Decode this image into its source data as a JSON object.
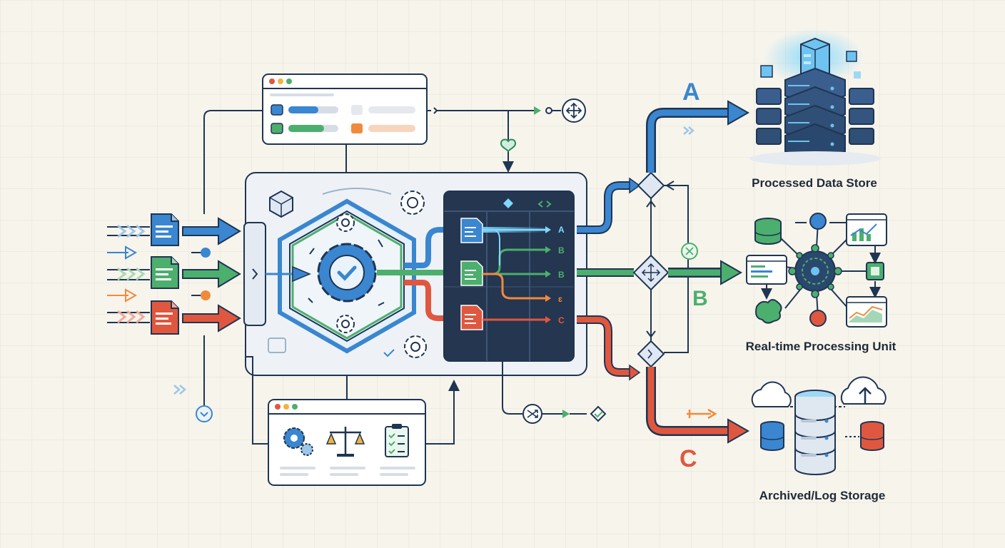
{
  "colors": {
    "background": "#f7f4ec",
    "grid": "#e6e2d8",
    "outline": "#1f3552",
    "blue": "#3a86d0",
    "green": "#4caf6d",
    "red": "#e0573f",
    "orange": "#f08a3c",
    "panel_dark": "#243650",
    "panel_light": "#eef2f6"
  },
  "routes": {
    "a_letter": "A",
    "b_letter": "B",
    "c_letter": "C"
  },
  "core_panel": {
    "rows": [
      {
        "label": "A",
        "color": "blue"
      },
      {
        "label": "B",
        "color": "green"
      },
      {
        "label": "B",
        "color": "green"
      },
      {
        "label": "ɛ",
        "color": "orange"
      },
      {
        "label": "C",
        "color": "red"
      }
    ]
  },
  "destinations": {
    "processed_store": "Processed Data Store",
    "realtime_unit": "Real-time Processing Unit",
    "archive_storage": "Archived/Log Storage"
  },
  "icons": [
    "document-icon",
    "gear-icon",
    "checkmark-icon",
    "server-stack-icon",
    "database-icon",
    "cloud-icon",
    "scale-icon",
    "checklist-icon",
    "decision-diamond-icon",
    "shuffle-icon",
    "heart-icon",
    "chart-icon"
  ]
}
